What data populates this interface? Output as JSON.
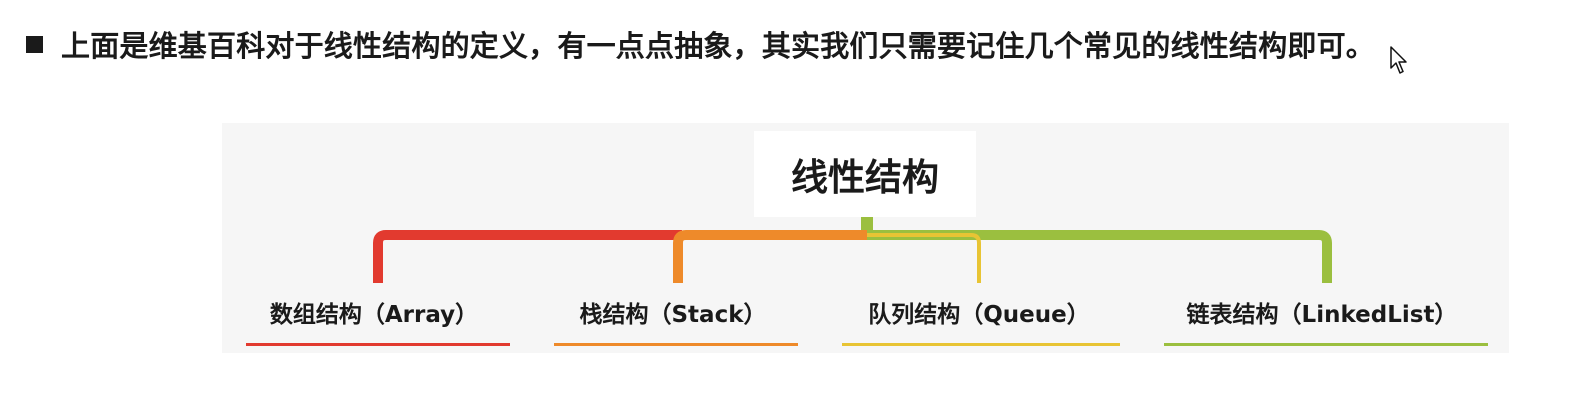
{
  "header": {
    "bullet_text": "上面是维基百科对于线性结构的定义，有一点点抽象，其实我们只需要记住几个常见的线性结构即可。"
  },
  "diagram": {
    "root": "线性结构",
    "children": [
      {
        "label": "数组结构（Array）",
        "color": "#e23a2f"
      },
      {
        "label": "栈结构（Stack）",
        "color": "#ee8a2a"
      },
      {
        "label": "队列结构（Queue）",
        "color": "#e8c434"
      },
      {
        "label": "链表结构（LinkedList）",
        "color": "#9bbf3f"
      }
    ]
  }
}
